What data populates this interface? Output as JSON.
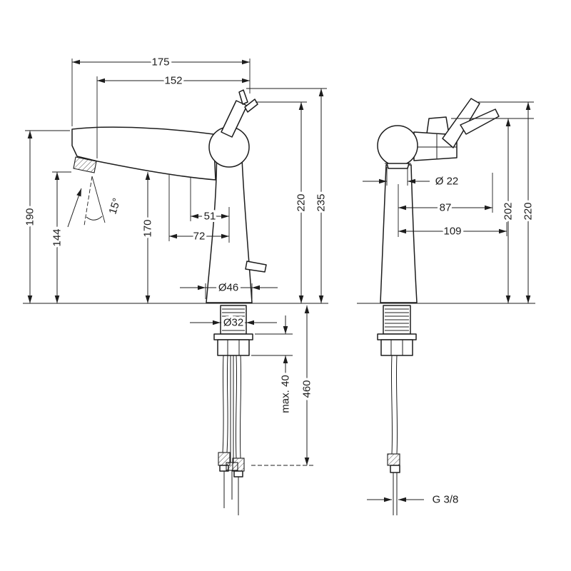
{
  "views": {
    "front": {
      "dims": {
        "total_width": "175",
        "spout_width": "152",
        "spout_height": "190",
        "outlet_height": "144",
        "spray_angle": "15°",
        "underside_height": "170",
        "offset_a": "51",
        "offset_b": "72",
        "body_height": "220",
        "total_height": "235",
        "base_diameter": "Ø46",
        "shank_diameter": "Ø32",
        "max_counter": "max. 40",
        "hose_length": "460"
      }
    },
    "side": {
      "dims": {
        "outlet_diameter": "Ø 22",
        "depth_a": "87",
        "depth_b": "109",
        "height_a": "202",
        "height_b": "220",
        "thread": "G 3/8"
      }
    }
  }
}
